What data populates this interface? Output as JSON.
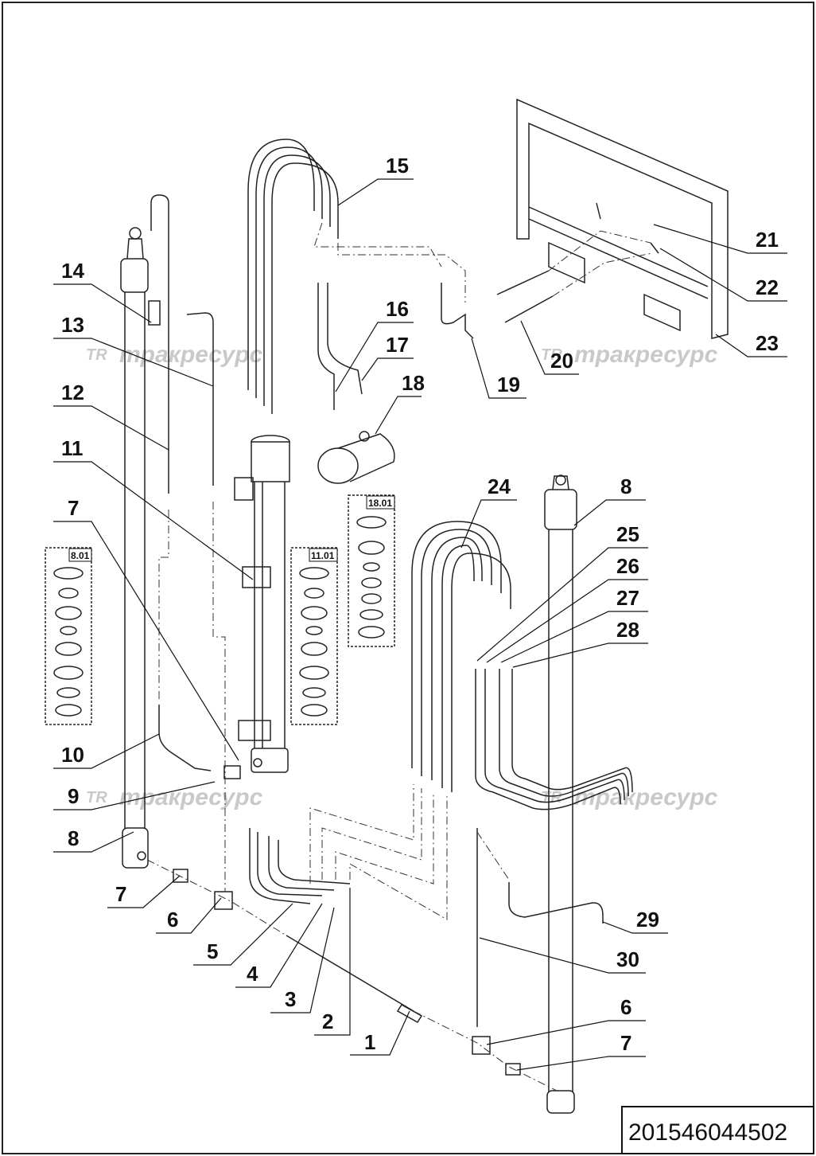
{
  "drawing": {
    "part_number": "201546044502",
    "watermark_logo": "TR",
    "watermark_text": "тракресурс"
  },
  "kits": [
    {
      "id": "kit-801",
      "label": "8.01"
    },
    {
      "id": "kit-1101",
      "label": "11.01"
    },
    {
      "id": "kit-1801",
      "label": "18.01"
    }
  ],
  "callouts": [
    {
      "id": "c1",
      "text": "1"
    },
    {
      "id": "c2",
      "text": "2"
    },
    {
      "id": "c3",
      "text": "3"
    },
    {
      "id": "c4",
      "text": "4"
    },
    {
      "id": "c5",
      "text": "5"
    },
    {
      "id": "c6a",
      "text": "6"
    },
    {
      "id": "c6b",
      "text": "6"
    },
    {
      "id": "c7a",
      "text": "7"
    },
    {
      "id": "c7b",
      "text": "7"
    },
    {
      "id": "c7c",
      "text": "7"
    },
    {
      "id": "c8a",
      "text": "8"
    },
    {
      "id": "c8b",
      "text": "8"
    },
    {
      "id": "c9",
      "text": "9"
    },
    {
      "id": "c10",
      "text": "10"
    },
    {
      "id": "c11",
      "text": "11"
    },
    {
      "id": "c12",
      "text": "12"
    },
    {
      "id": "c13",
      "text": "13"
    },
    {
      "id": "c14",
      "text": "14"
    },
    {
      "id": "c15",
      "text": "15"
    },
    {
      "id": "c16",
      "text": "16"
    },
    {
      "id": "c17",
      "text": "17"
    },
    {
      "id": "c18",
      "text": "18"
    },
    {
      "id": "c19",
      "text": "19"
    },
    {
      "id": "c20",
      "text": "20"
    },
    {
      "id": "c21",
      "text": "21"
    },
    {
      "id": "c22",
      "text": "22"
    },
    {
      "id": "c23",
      "text": "23"
    },
    {
      "id": "c24",
      "text": "24"
    },
    {
      "id": "c25",
      "text": "25"
    },
    {
      "id": "c26",
      "text": "26"
    },
    {
      "id": "c27",
      "text": "27"
    },
    {
      "id": "c28",
      "text": "28"
    },
    {
      "id": "c29",
      "text": "29"
    },
    {
      "id": "c30",
      "text": "30"
    }
  ]
}
